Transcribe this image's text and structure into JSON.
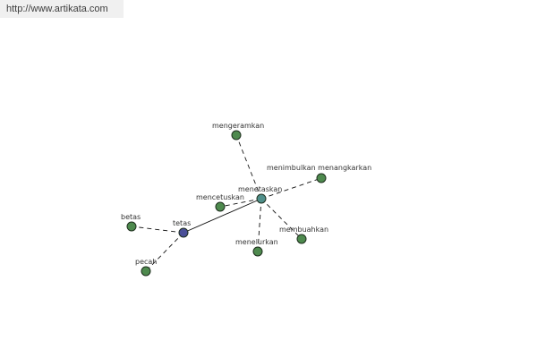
{
  "banner": {
    "url_text": "http://www.artikata.com"
  },
  "colors": {
    "node_green": "#4e8a4e",
    "node_blue": "#4a4f98",
    "node_teal": "#4f8f8a",
    "edge": "#111111"
  },
  "graph": {
    "nodes": [
      {
        "id": "tetas",
        "label": "tetas",
        "kind": "root"
      },
      {
        "id": "menetaskan",
        "label": "menetaskan",
        "kind": "hub"
      },
      {
        "id": "betas",
        "label": "betas",
        "kind": "leaf"
      },
      {
        "id": "pecah",
        "label": "pecah",
        "kind": "leaf"
      },
      {
        "id": "mencetuskan",
        "label": "mencetuskan",
        "kind": "leaf"
      },
      {
        "id": "mengeramkan",
        "label": "mengeramkan",
        "kind": "leaf"
      },
      {
        "id": "menimbulkan_menangkarkan",
        "label": "menimbulkan menangkarkan",
        "kind": "leaf"
      },
      {
        "id": "membuahkan",
        "label": "membuahkan",
        "kind": "leaf"
      },
      {
        "id": "menelurkan",
        "label": "menelurkan",
        "kind": "leaf"
      }
    ],
    "edges": [
      {
        "from": "tetas",
        "to": "menetaskan",
        "style": "solid"
      },
      {
        "from": "tetas",
        "to": "betas",
        "style": "dashed"
      },
      {
        "from": "tetas",
        "to": "pecah",
        "style": "dashed"
      },
      {
        "from": "menetaskan",
        "to": "mencetuskan",
        "style": "dashed"
      },
      {
        "from": "menetaskan",
        "to": "mengeramkan",
        "style": "dashed"
      },
      {
        "from": "menetaskan",
        "to": "menimbulkan_menangkarkan",
        "style": "dashed"
      },
      {
        "from": "menetaskan",
        "to": "membuahkan",
        "style": "dashed"
      },
      {
        "from": "menetaskan",
        "to": "menelurkan",
        "style": "dashed"
      }
    ]
  }
}
